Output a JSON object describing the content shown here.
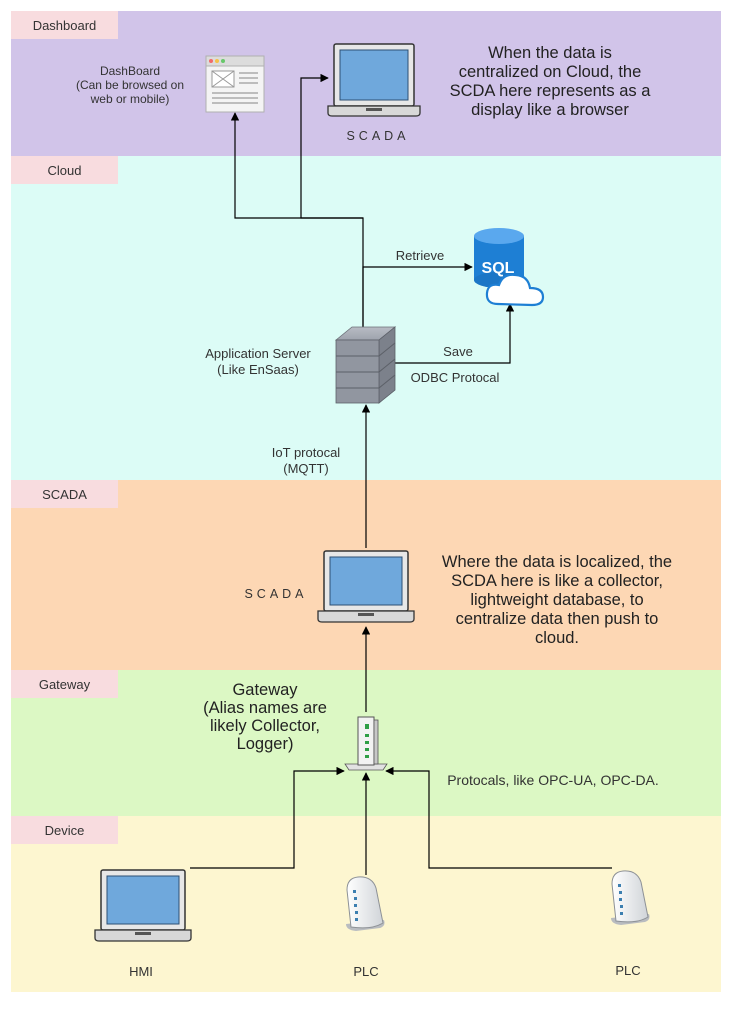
{
  "colors": {
    "dashboard_band": "#d1c4e9",
    "cloud_band": "#dcfcf6",
    "scada_band": "#fdd7b4",
    "gateway_band": "#dcf8c4",
    "device_band": "#fdf6d0",
    "tag": "#f8dcdf",
    "connector": "#000000",
    "screen": "#6fa8dc"
  },
  "bands": {
    "dashboard": "Dashboard",
    "cloud": "Cloud",
    "scada": "SCADA",
    "gateway": "Gateway",
    "device": "Device"
  },
  "dashboard": {
    "web_label_1": "DashBoard",
    "web_label_2": "(Can be browsed on",
    "web_label_3": "web or mobile)",
    "scada_label": "SCADA",
    "note_1": "When the data is",
    "note_2": "centralized on Cloud, the",
    "note_3": "SCDA here represents as a",
    "note_4": "display like a browser"
  },
  "cloud": {
    "retrieve": "Retrieve",
    "sql": "SQL",
    "server_label_1": "Application Server",
    "server_label_2": "(Like EnSaas)",
    "save": "Save",
    "odbc": "ODBC Protocal",
    "iot_1": "IoT protocal",
    "iot_2": "(MQTT)"
  },
  "scada": {
    "label": "SCADA",
    "note_1": "Where the data is localized, the",
    "note_2": "SCDA here is like a collector,",
    "note_3": "lightweight database, to",
    "note_4": "centralize data then push to",
    "note_5": "cloud."
  },
  "gateway": {
    "title_1": "Gateway",
    "title_2": "(Alias names are",
    "title_3": "likely Collector,",
    "title_4": "Logger)",
    "protocols": "Protocals, like OPC-UA, OPC-DA."
  },
  "device": {
    "hmi": "HMI",
    "plc_1": "PLC",
    "plc_2": "PLC"
  }
}
